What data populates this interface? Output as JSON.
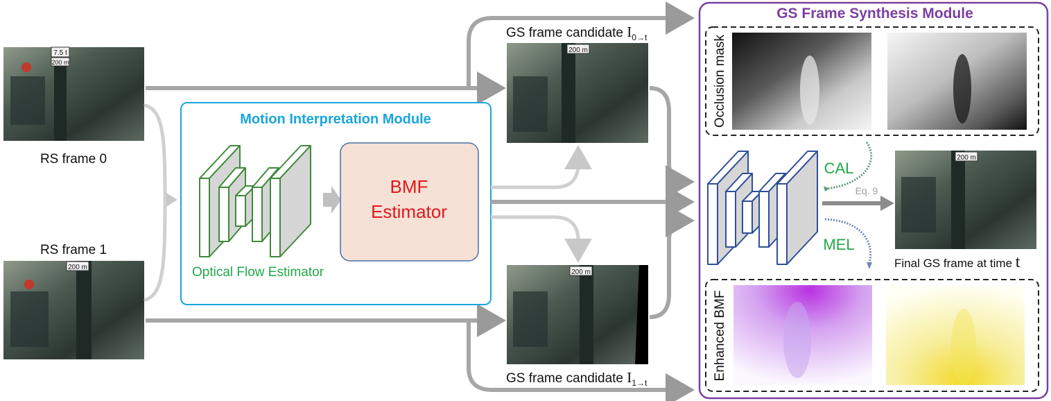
{
  "inputs": {
    "frame0_label": "RS frame 0",
    "frame1_label": "RS frame 1"
  },
  "motion_module": {
    "title": "Motion Interpretation Module",
    "flow_label": "Optical Flow Estimator",
    "bmf_line1": "BMF",
    "bmf_line2": "Estimator",
    "colors": {
      "border": "#1aa6dc",
      "title": "#1aa6dc",
      "flow": "#22a84a",
      "bmf_fill": "#f6e1d6",
      "bmf_text": "#e0191e"
    }
  },
  "candidates": {
    "top_prefix": "GS frame candidate ",
    "top_symbol": "I",
    "top_sub": "0→t",
    "bottom_prefix": "GS frame candidate ",
    "bottom_symbol": "I",
    "bottom_sub": "1→t"
  },
  "synthesis_module": {
    "title": "GS Frame Synthesis Module",
    "occlusion_label": "Occlusion mask",
    "bmf_label": "Enhanced BMF",
    "cal_label": "CAL",
    "mel_label": "MEL",
    "eq_label": "Eq. 9",
    "output_prefix": "Final GS frame at time ",
    "output_symbol": "t",
    "colors": {
      "border": "#7b3fa0",
      "title": "#7b3fa0",
      "net": "#2f4f9a",
      "loss": "#22a84a"
    }
  },
  "scene_text": {
    "sign_speed": "7.5 t",
    "sign_dist": "200 m"
  },
  "icons": [
    "encoder-decoder-icon",
    "arrow-icon"
  ]
}
